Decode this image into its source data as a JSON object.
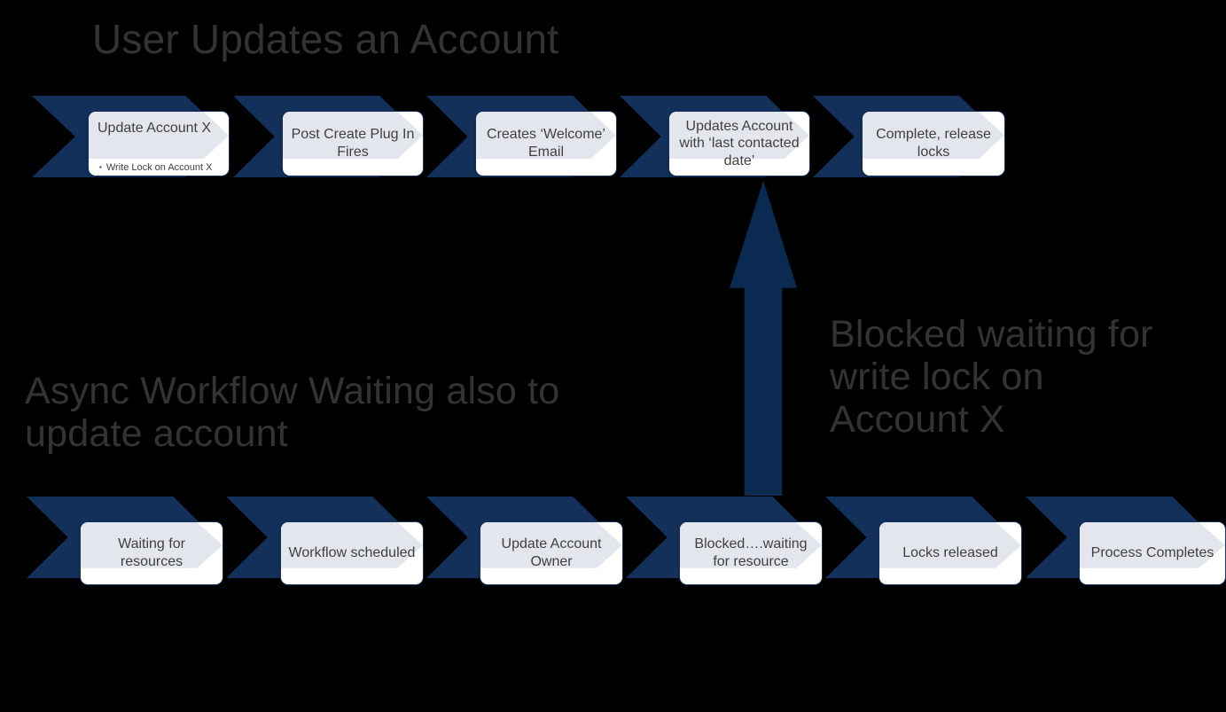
{
  "background_color": "#000000",
  "accent_color": "#13305b",
  "card_fill": "#ffffff",
  "card_wash": "#e3e7ed",
  "text_color": "#3f3f3f",
  "heading_color": "#333333",
  "headings": {
    "title": "User Updates an Account",
    "async_label": "Async Workflow Waiting also to update account",
    "blocked_label": "Blocked waiting for write lock on Account X"
  },
  "top_row": {
    "name": "user-updates-account-flow",
    "steps": [
      {
        "label": "Update Account X",
        "bullets": [
          "Write  Lock on Account  X"
        ]
      },
      {
        "label": "Post Create Plug In Fires",
        "bullets": []
      },
      {
        "label": "Creates ‘Welcome’ Email",
        "bullets": []
      },
      {
        "label": "Updates Account with ‘last contacted date’",
        "bullets": []
      },
      {
        "label": "Complete, release locks",
        "bullets": []
      }
    ]
  },
  "bottom_row": {
    "name": "async-workflow-flow",
    "steps": [
      {
        "label": "Waiting for resources"
      },
      {
        "label": "Workflow scheduled"
      },
      {
        "label": "Update Account Owner"
      },
      {
        "label": "Blocked….waiting for resource"
      },
      {
        "label": "Locks released"
      },
      {
        "label": "Process Completes"
      }
    ]
  },
  "connector": {
    "name": "blocked-write-lock-arrow",
    "direction": "up",
    "from_step": "Blocked….waiting for resource",
    "to_step": "Updates Account with ‘last contacted date’",
    "color": "#0b2a52"
  }
}
